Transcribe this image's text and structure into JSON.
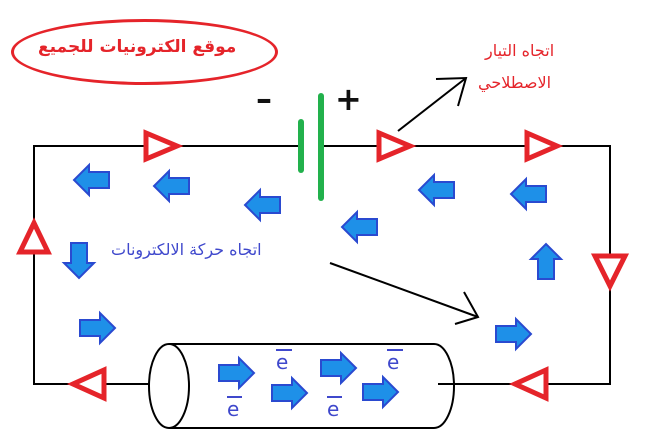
{
  "title": "موقع الكترونيات للجميع",
  "conventional_current_line1": "اتجاه التيار",
  "conventional_current_line2": "الاصطلاحي",
  "battery": {
    "negative_sign": "–",
    "positive_sign": "+"
  },
  "electron_direction_label": "اتجاه حركة الالكترونات",
  "electron_symbol": "e",
  "colors": {
    "wire": "#000000",
    "current_arrow": "#e5242a",
    "electron_arrow_fill": "#1e90e8",
    "electron_arrow_stroke": "#2a4ad0",
    "battery": "#22b14c",
    "text_blue": "#3f48cc",
    "text_red": "#e5242a"
  }
}
